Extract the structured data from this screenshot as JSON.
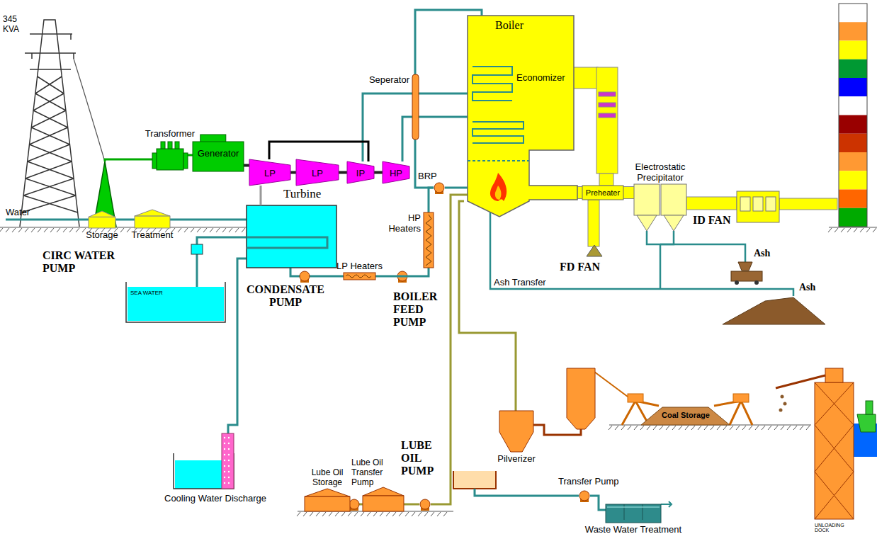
{
  "diagram": {
    "nodes": [
      {
        "text": [
          "Transformer"
        ]
      },
      {
        "text": [
          "Generator"
        ]
      },
      {
        "text": [
          "LP"
        ]
      },
      {
        "text": [
          "LP"
        ]
      },
      {
        "text": [
          "IP"
        ]
      },
      {
        "text": [
          "HP"
        ]
      },
      {
        "text": [
          "Seperator"
        ]
      },
      {
        "text": [
          "Boiler",
          "Economizer"
        ]
      },
      {
        "text": [
          "Preheater"
        ]
      },
      {
        "text": [
          "Electrostatic Precipitator"
        ]
      },
      {
        "text": [
          "Storage"
        ]
      },
      {
        "text": [
          "Treatment"
        ]
      },
      {
        "text": [
          "HP Heaters"
        ]
      },
      {
        "text": [
          "LP Heaters"
        ]
      },
      {
        "text": [
          "Pilverizer"
        ]
      },
      {
        "text": [
          "Lube Oil Storage"
        ]
      },
      {
        "text": [
          "Waste Water Treatment"
        ]
      }
    ],
    "edges": [
      {
        "from": 0,
        "to": 1,
        "arrow": "none"
      },
      {
        "from": 1,
        "to": 2,
        "arrow": "none"
      },
      {
        "from": 2,
        "to": 3,
        "arrow": "none"
      },
      {
        "from": 3,
        "to": 4,
        "arrow": "none"
      },
      {
        "from": 4,
        "to": 5,
        "arrow": "none"
      },
      {
        "from": 6,
        "to": 7,
        "arrow": "none"
      },
      {
        "from": 10,
        "to": 11,
        "arrow": "none"
      },
      {
        "from": 7,
        "to": 8,
        "arrow": "none"
      },
      {
        "from": 8,
        "to": 9,
        "arrow": "none"
      },
      {
        "from": 13,
        "to": 12,
        "arrow": "none"
      },
      {
        "from": 14,
        "to": 7,
        "arrow": "none"
      }
    ],
    "labels": [
      "345 KVA",
      "Turbine",
      "Water",
      "CIRC WATER PUMP",
      "SEA WATER",
      "Cooling Water Discharge",
      "CONDENSATE PUMP",
      "BOILER FEED PUMP",
      "BRP",
      "FD FAN",
      "ID FAN",
      "Ash",
      "Ash Transfer",
      "Ash",
      "Coal Storage",
      "UNLOADING DOCK",
      "Lube Oil Transfer Pump",
      "LUBE OIL PUMP",
      "Transfer Pump"
    ]
  }
}
